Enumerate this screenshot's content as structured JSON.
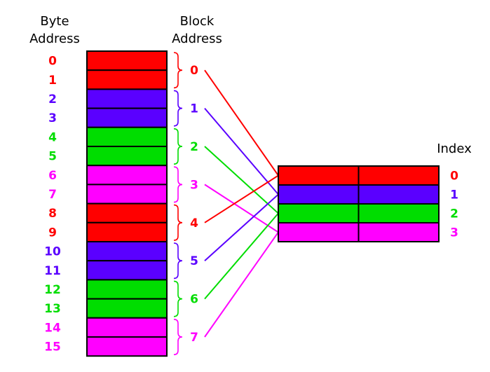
{
  "headers": {
    "byte_address": [
      "Byte",
      "Address"
    ],
    "block_address": [
      "Block",
      "Address"
    ],
    "index": "Index"
  },
  "colors": {
    "red": "#ff0000",
    "blue": "#5a00ff",
    "green": "#00dd00",
    "magenta": "#ff00ff"
  },
  "byte_addresses": [
    {
      "label": "0",
      "color": "red"
    },
    {
      "label": "1",
      "color": "red"
    },
    {
      "label": "2",
      "color": "blue"
    },
    {
      "label": "3",
      "color": "blue"
    },
    {
      "label": "4",
      "color": "green"
    },
    {
      "label": "5",
      "color": "green"
    },
    {
      "label": "6",
      "color": "magenta"
    },
    {
      "label": "7",
      "color": "magenta"
    },
    {
      "label": "8",
      "color": "red"
    },
    {
      "label": "9",
      "color": "red"
    },
    {
      "label": "10",
      "color": "blue"
    },
    {
      "label": "11",
      "color": "blue"
    },
    {
      "label": "12",
      "color": "green"
    },
    {
      "label": "13",
      "color": "green"
    },
    {
      "label": "14",
      "color": "magenta"
    },
    {
      "label": "15",
      "color": "magenta"
    }
  ],
  "block_addresses": [
    {
      "label": "0",
      "color": "red",
      "maps_to_index": 0
    },
    {
      "label": "1",
      "color": "blue",
      "maps_to_index": 1
    },
    {
      "label": "2",
      "color": "green",
      "maps_to_index": 2
    },
    {
      "label": "3",
      "color": "magenta",
      "maps_to_index": 3
    },
    {
      "label": "4",
      "color": "red",
      "maps_to_index": 0
    },
    {
      "label": "5",
      "color": "blue",
      "maps_to_index": 1
    },
    {
      "label": "6",
      "color": "green",
      "maps_to_index": 2
    },
    {
      "label": "7",
      "color": "magenta",
      "maps_to_index": 3
    }
  ],
  "cache_rows": [
    {
      "index": "0",
      "color": "red"
    },
    {
      "index": "1",
      "color": "blue"
    },
    {
      "index": "2",
      "color": "green"
    },
    {
      "index": "3",
      "color": "magenta"
    }
  ]
}
